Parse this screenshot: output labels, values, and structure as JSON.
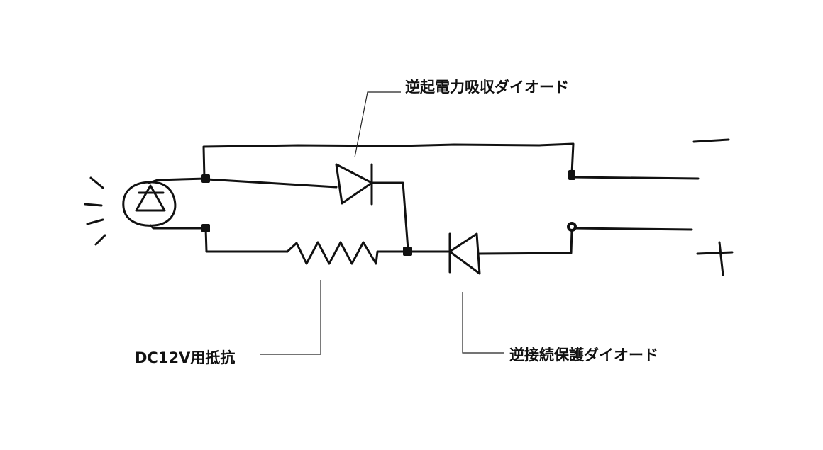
{
  "labels": {
    "flyback_diode": "逆起電力吸収ダイオード",
    "resistor": "DC12V用抵抗",
    "reverse_protection_diode": "逆接続保護ダイオード"
  },
  "terminals": {
    "negative": "－",
    "positive": "＋"
  },
  "colors": {
    "ink": "#111111",
    "background": "#ffffff"
  }
}
